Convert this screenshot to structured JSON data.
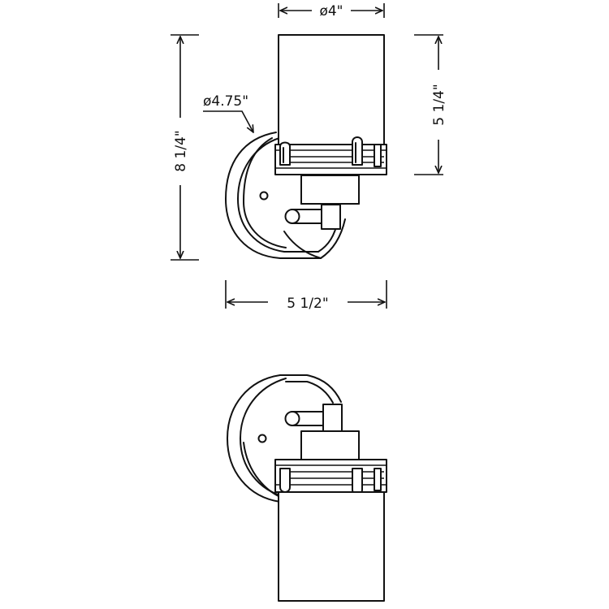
{
  "dimensions": {
    "shade_diameter": "ø4\"",
    "backplate_diameter": "ø4.75\"",
    "overall_height": "8 1/4\"",
    "shade_height": "5 1/4\"",
    "overall_extension": "5 1/2\""
  },
  "colors": {
    "line": "#111111",
    "background": "#ffffff"
  }
}
